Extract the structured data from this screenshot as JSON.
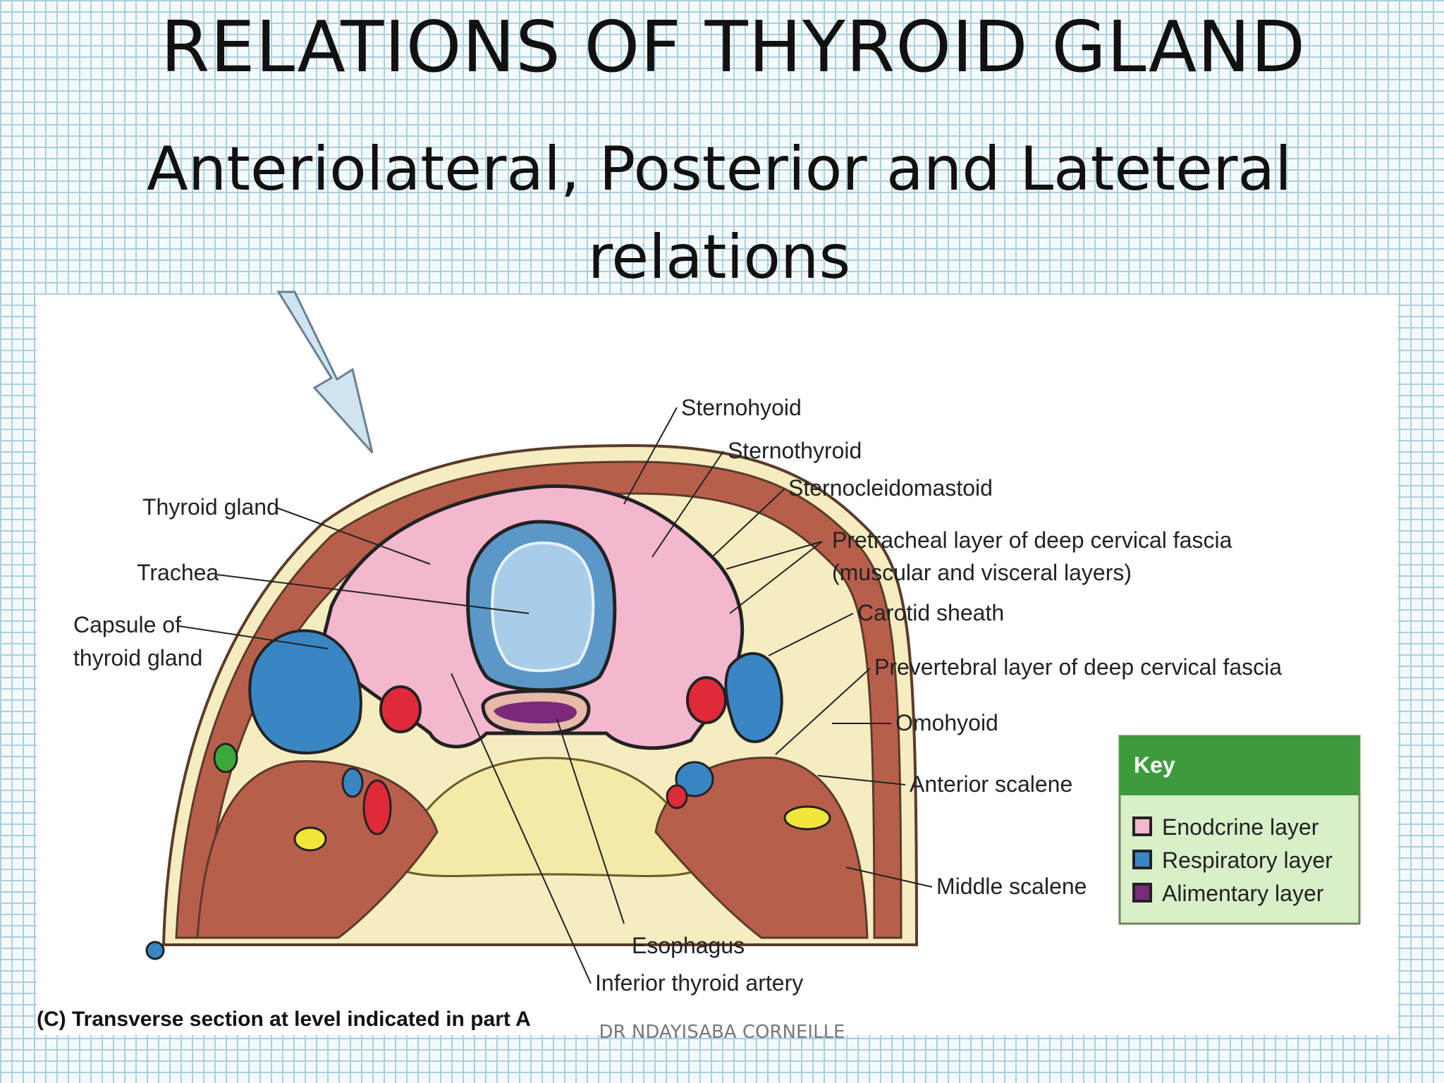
{
  "title": "RELATIONS OF THYROID  GLAND",
  "subtitle_line1": "Anteriolateral, Posterior and Lateteral",
  "subtitle_line2": "relations",
  "labels": {
    "sternohyoid": "Sternohyoid",
    "sternothyroid": "Sternothyroid",
    "sternocleidomastoid": "Sternocleidomastoid",
    "pretracheal_1": "Pretracheal layer of deep cervical fascia",
    "pretracheal_2": "(muscular and visceral layers)",
    "carotid_sheath": "Carotid sheath",
    "prevertebral": "Prevertebral layer of deep cervical fascia",
    "omohyoid": "Omohyoid",
    "anterior_scalene": "Anterior scalene",
    "middle_scalene": "Middle scalene",
    "thyroid_gland": "Thyroid gland",
    "trachea": "Trachea",
    "capsule_1": "Capsule of",
    "capsule_2": "thyroid gland",
    "esophagus": "Esophagus",
    "inferior_thyroid_artery": "Inferior thyroid artery"
  },
  "key": {
    "title": "Key",
    "items": [
      {
        "label": "Enodcrine layer",
        "color": "#f4b7d0"
      },
      {
        "label": "Respiratory layer",
        "color": "#3a86c4"
      },
      {
        "label": "Alimentary layer",
        "color": "#7a2a78"
      }
    ],
    "header_color": "#3d9b3d",
    "body_color": "#d8efc8"
  },
  "caption": "(C) Transverse section at level indicated in part A",
  "footer": "DR NDAYISABA CORNEILLE"
}
